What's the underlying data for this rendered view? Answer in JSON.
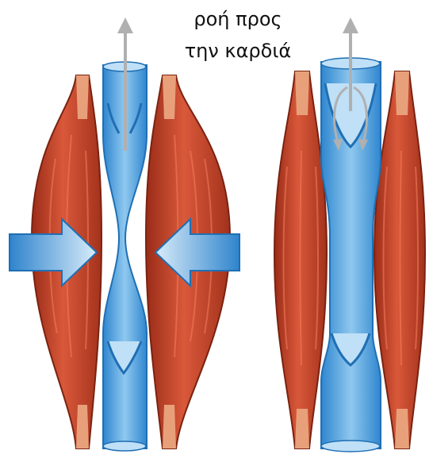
{
  "caption": {
    "line1": "ροή προς",
    "line2": "την καρδιά"
  },
  "colors": {
    "muscle": "#c8462a",
    "muscle_dark": "#a8321c",
    "tendon": "#e8a07a",
    "vein": "#6fb2e6",
    "vein_dark": "#2f86cf",
    "vein_light": "#bfe0f7",
    "arrow": "#3a8fd6",
    "flow_arrow": "#b0b0b0"
  },
  "panels": [
    {
      "state": "muscles-contracted"
    },
    {
      "state": "muscles-relaxed"
    }
  ]
}
